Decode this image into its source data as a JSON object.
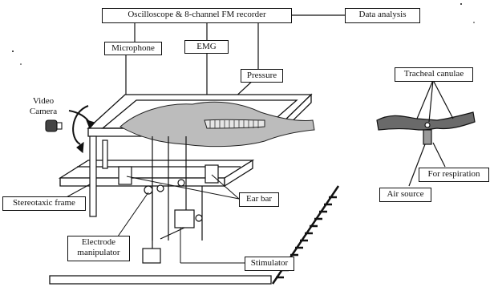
{
  "labels": {
    "recorder": "Oscilloscope & 8-channel FM recorder",
    "data_analysis": "Data analysis",
    "microphone": "Microphone",
    "emg": "EMG",
    "pressure": "Pressure",
    "video_camera_line1": "Video",
    "video_camera_line2": "Camera",
    "stereotaxic_frame": "Stereotaxic frame",
    "ear_bar": "Ear bar",
    "electrode_manipulator_line1": "Electrode",
    "electrode_manipulator_line2": "manipulator",
    "stimulator": "Stimulator",
    "tracheal_canulae": "Tracheal canulae",
    "for_respiration": "For respiration",
    "air_source": "Air source"
  }
}
